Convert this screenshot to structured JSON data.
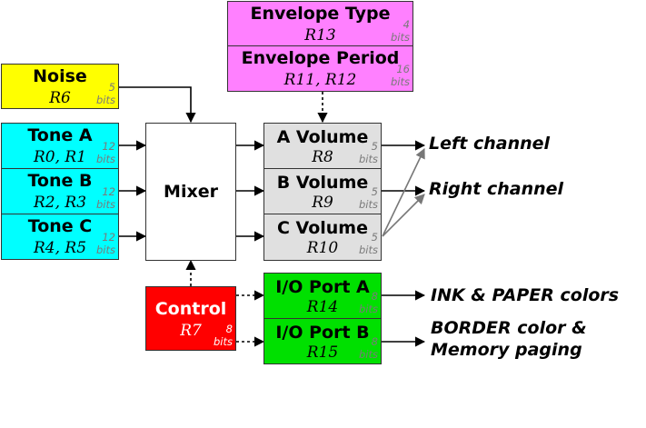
{
  "colors": {
    "envelope": "#ff80ff",
    "noise": "#ffff00",
    "tone": "#00ffff",
    "volume": "#e0e0e0",
    "control": "#ff0000",
    "io": "#00e000",
    "mixer": "#ffffff",
    "gray_arrow": "#777777"
  },
  "envelope_type": {
    "name": "Envelope Type",
    "reg": "R13",
    "bits_num": "4",
    "bits_unit": "bits"
  },
  "envelope_period": {
    "name": "Envelope Period",
    "reg": "R11, R12",
    "bits_num": "16",
    "bits_unit": "bits"
  },
  "noise": {
    "name": "Noise",
    "reg": "R6",
    "bits_num": "5",
    "bits_unit": "bits"
  },
  "tone_a": {
    "name": "Tone A",
    "reg": "R0, R1",
    "bits_num": "12",
    "bits_unit": "bits"
  },
  "tone_b": {
    "name": "Tone B",
    "reg": "R2, R3",
    "bits_num": "12",
    "bits_unit": "bits"
  },
  "tone_c": {
    "name": "Tone C",
    "reg": "R4, R5",
    "bits_num": "12",
    "bits_unit": "bits"
  },
  "mixer": {
    "name": "Mixer"
  },
  "volume_a": {
    "name": "A Volume",
    "reg": "R8",
    "bits_num": "5",
    "bits_unit": "bits"
  },
  "volume_b": {
    "name": "B Volume",
    "reg": "R9",
    "bits_num": "5",
    "bits_unit": "bits"
  },
  "volume_c": {
    "name": "C Volume",
    "reg": "R10",
    "bits_num": "5",
    "bits_unit": "bits"
  },
  "control": {
    "name": "Control",
    "reg": "R7",
    "bits_num": "8",
    "bits_unit": "bits"
  },
  "io_a": {
    "name": "I/O Port A",
    "reg": "R14",
    "bits_num": "8",
    "bits_unit": "bits"
  },
  "io_b": {
    "name": "I/O Port B",
    "reg": "R15",
    "bits_num": "8",
    "bits_unit": "bits"
  },
  "outputs": {
    "left": "Left channel",
    "right": "Right channel",
    "ink_paper": "INK & PAPER colors",
    "border_line1": "BORDER color &",
    "border_line2": "Memory paging"
  }
}
